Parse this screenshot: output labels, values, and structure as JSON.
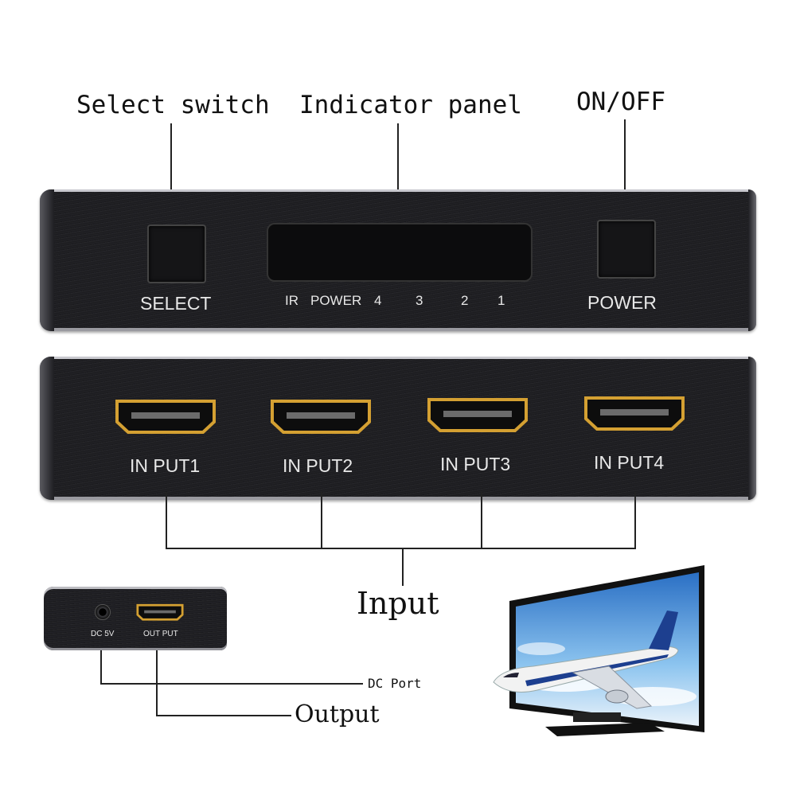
{
  "callouts": {
    "select_switch": "Select switch",
    "indicator_panel": "Indicator panel",
    "on_off": "ON/OFF",
    "input": "Input",
    "dc_port": "DC Port",
    "output": "Output"
  },
  "front_panel": {
    "select_label": "SELECT",
    "power_label": "POWER",
    "indicators": {
      "ir": "IR",
      "power": "POWER",
      "ch4": "4",
      "ch3": "3",
      "ch2": "2",
      "ch1": "1"
    }
  },
  "back_panel": {
    "inputs": [
      "IN PUT1",
      "IN PUT2",
      "IN PUT3",
      "IN PUT4"
    ]
  },
  "side_panel": {
    "dc_label": "DC 5V",
    "output_label": "OUT PUT"
  },
  "colors": {
    "device_body": "#1e1e22",
    "port_gold": "#d4a032",
    "label_text": "#e8e8e8"
  },
  "icons": {
    "tv": "tv-with-airplane-icon",
    "hdmi": "hdmi-port-icon"
  }
}
